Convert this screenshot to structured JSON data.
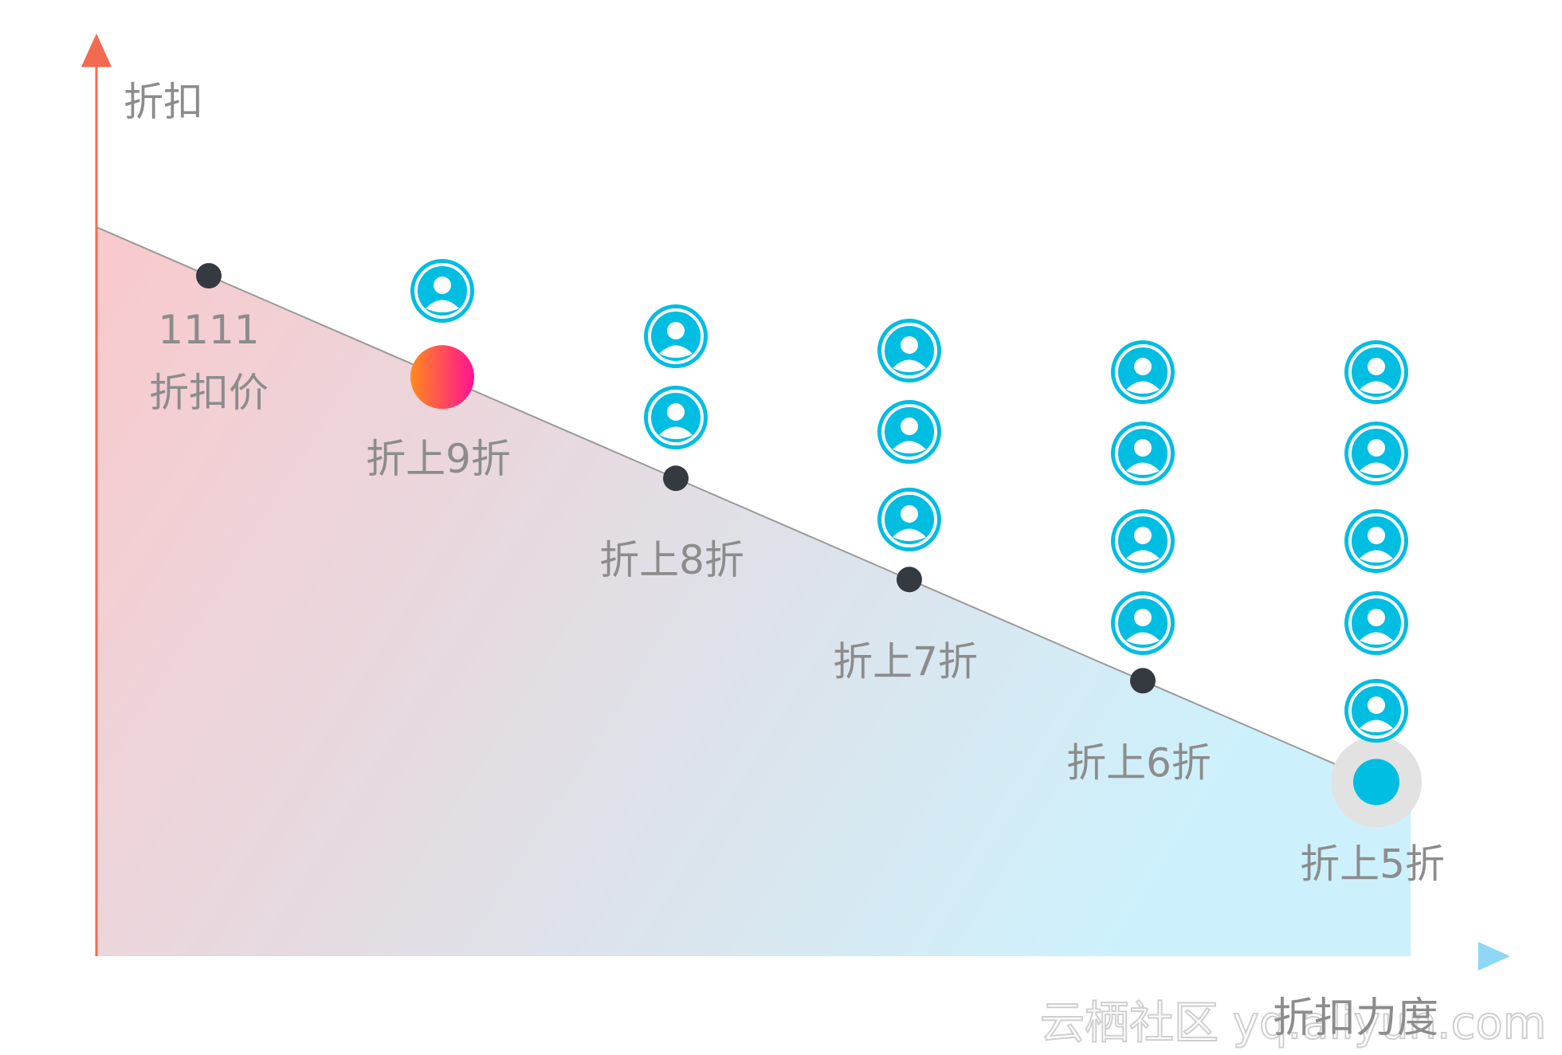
{
  "chart_data": {
    "type": "line",
    "ylabel": "折扣",
    "xlabel": "折扣力度",
    "start": {
      "top": "1111",
      "bottom": "折扣价"
    },
    "points": [
      {
        "label": "折上9折",
        "customers": 1,
        "current": true
      },
      {
        "label": "折上8折",
        "customers": 2
      },
      {
        "label": "折上7折",
        "customers": 3
      },
      {
        "label": "折上6折",
        "customers": 4
      },
      {
        "label": "折上5折",
        "customers": 5,
        "highlight": true
      }
    ],
    "watermark": "云栖社区 yq.aliyun.com",
    "colors": {
      "y_axis": "#f26b50",
      "x_axis_end": "#8fd7f5",
      "area_start": "#f9c9cc",
      "area_end": "#cdf1fc",
      "line": "#9a9a9a",
      "dot": "#353a40",
      "user_icon": "#00bde2",
      "current_grad_start": "#ff8a1c",
      "current_grad_end": "#ff1293",
      "label": "#8c8c8c"
    }
  }
}
